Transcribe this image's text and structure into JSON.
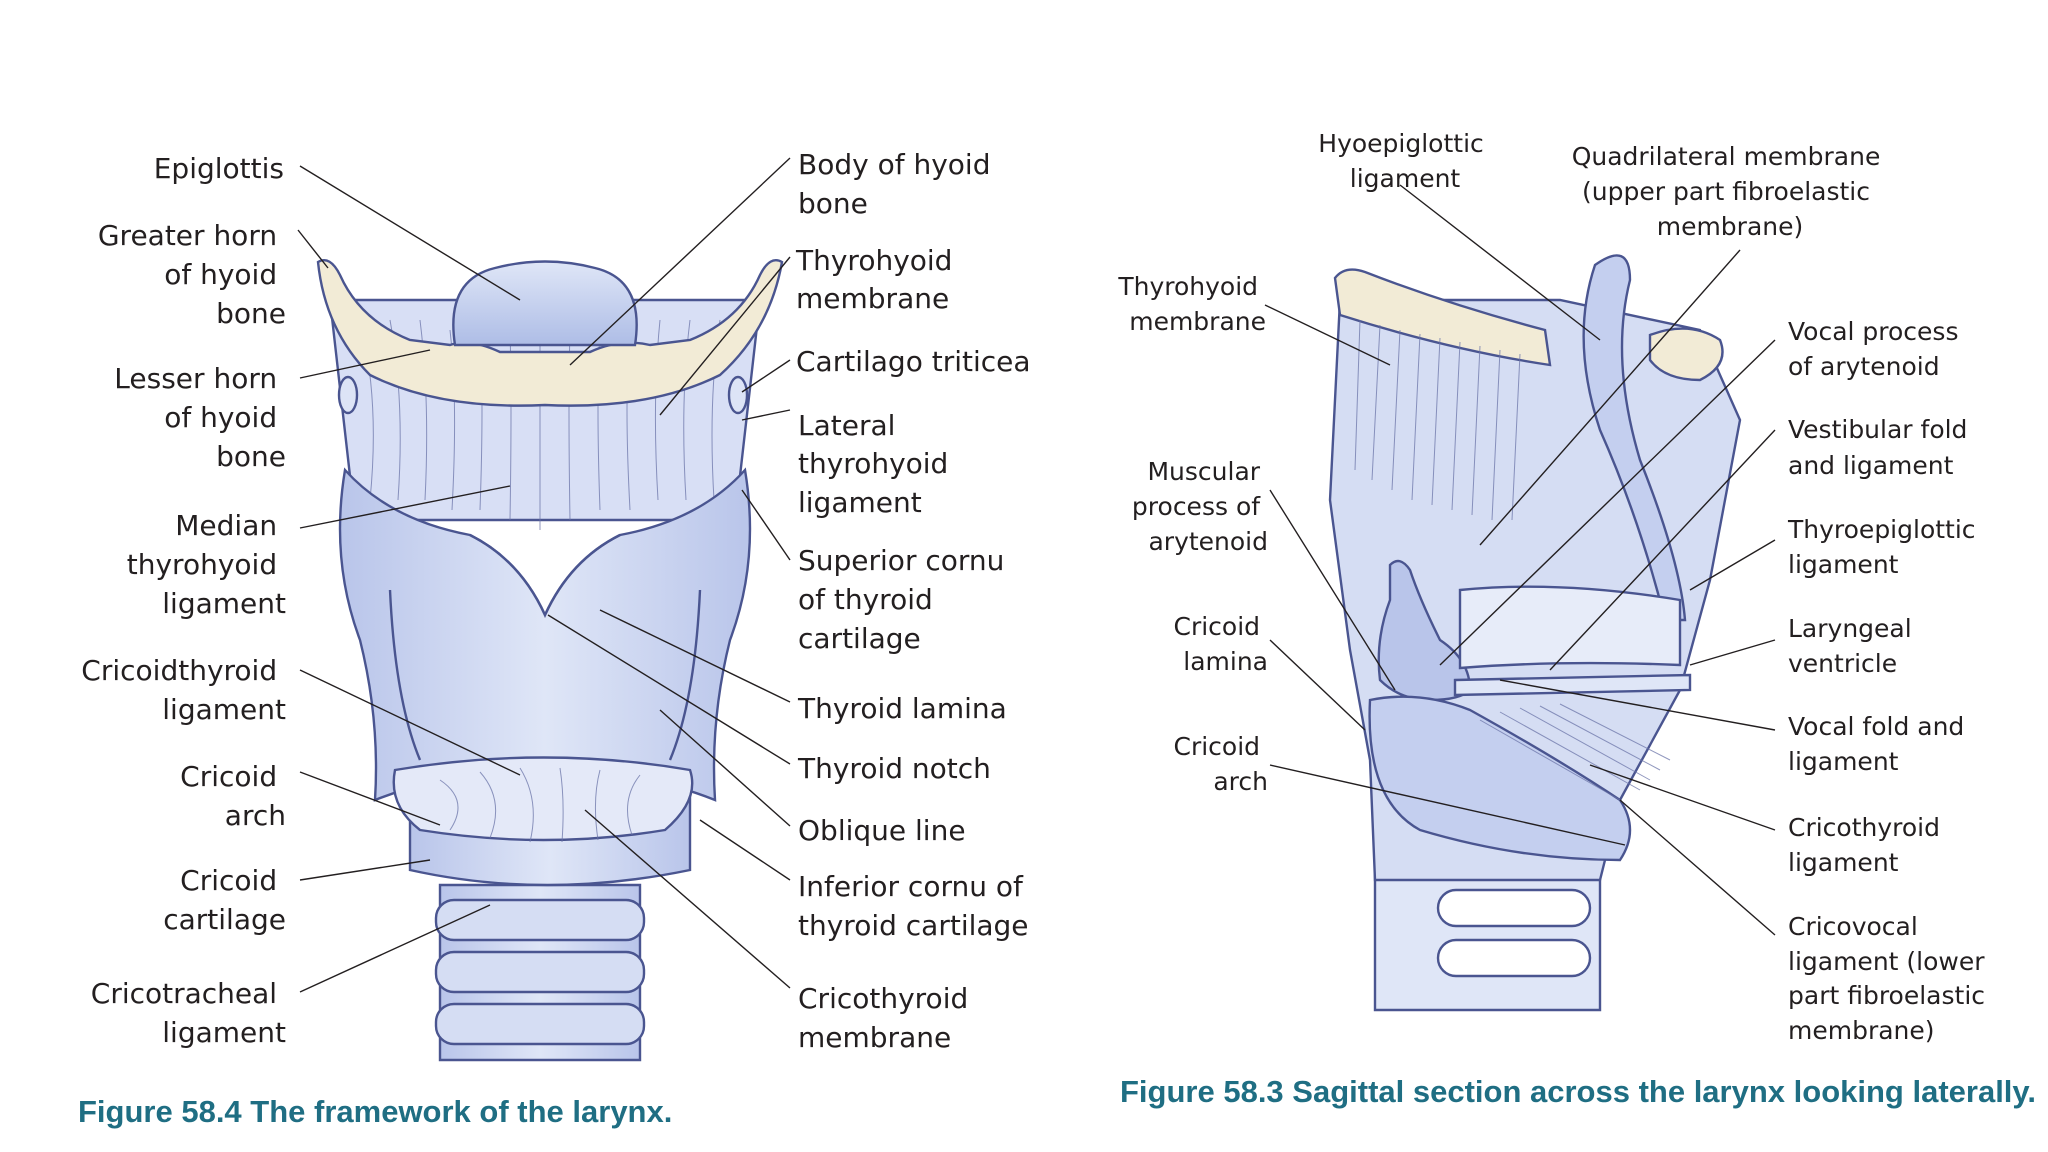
{
  "figures": [
    {
      "caption": "Figure 58.4 The framework of the larynx.",
      "labels_left": [
        [
          "Epiglottis"
        ],
        [
          "Greater horn",
          "of hyoid",
          "bone"
        ],
        [
          "Lesser horn",
          "of hyoid",
          "bone"
        ],
        [
          "Median",
          "thyrohyoid",
          "ligament"
        ],
        [
          "Cricoidthyroid",
          "ligament"
        ],
        [
          "Cricoid",
          "arch"
        ],
        [
          "Cricoid",
          "cartilage"
        ],
        [
          "Cricotracheal",
          "ligament"
        ]
      ],
      "labels_right": [
        [
          "Body of hyoid",
          "bone"
        ],
        [
          "Thyrohyoid",
          "membrane"
        ],
        [
          "Cartilago triticea"
        ],
        [
          "Lateral",
          "thyrohyoid",
          "ligament"
        ],
        [
          "Superior cornu",
          "of thyroid",
          "cartilage"
        ],
        [
          "Thyroid lamina"
        ],
        [
          "Thyroid notch"
        ],
        [
          "Oblique line"
        ],
        [
          "Inferior cornu of",
          "thyroid cartilage"
        ],
        [
          "Cricothyroid",
          "membrane"
        ]
      ]
    },
    {
      "caption": "Figure 58.3 Sagittal section across the larynx looking laterally.",
      "labels_top": [
        [
          "Hyoepiglottic",
          "ligament"
        ],
        [
          "Quadrilateral membrane",
          "(upper part fibroelastic",
          "membrane)"
        ]
      ],
      "labels_left": [
        [
          "Thyrohyoid",
          "membrane"
        ],
        [
          "Muscular",
          "process of",
          "arytenoid"
        ],
        [
          "Cricoid",
          "lamina"
        ],
        [
          "Cricoid",
          "arch"
        ]
      ],
      "labels_right": [
        [
          "Vocal process",
          "of arytenoid"
        ],
        [
          "Vestibular fold",
          "and ligament"
        ],
        [
          "Thyroepiglottic",
          "ligament"
        ],
        [
          "Laryngeal",
          "ventricle"
        ],
        [
          "Vocal fold and",
          "ligament"
        ],
        [
          "Cricothyroid",
          "ligament"
        ],
        [
          "Cricovocal",
          "ligament (lower",
          "part fibroelastic",
          "membrane)"
        ]
      ]
    }
  ],
  "colors": {
    "cartilage": "#c9d3ef",
    "cartilage_light": "#dde4f6",
    "outline": "#4a5590",
    "bone": "#f2ebd6",
    "caption": "#1f6e83"
  }
}
